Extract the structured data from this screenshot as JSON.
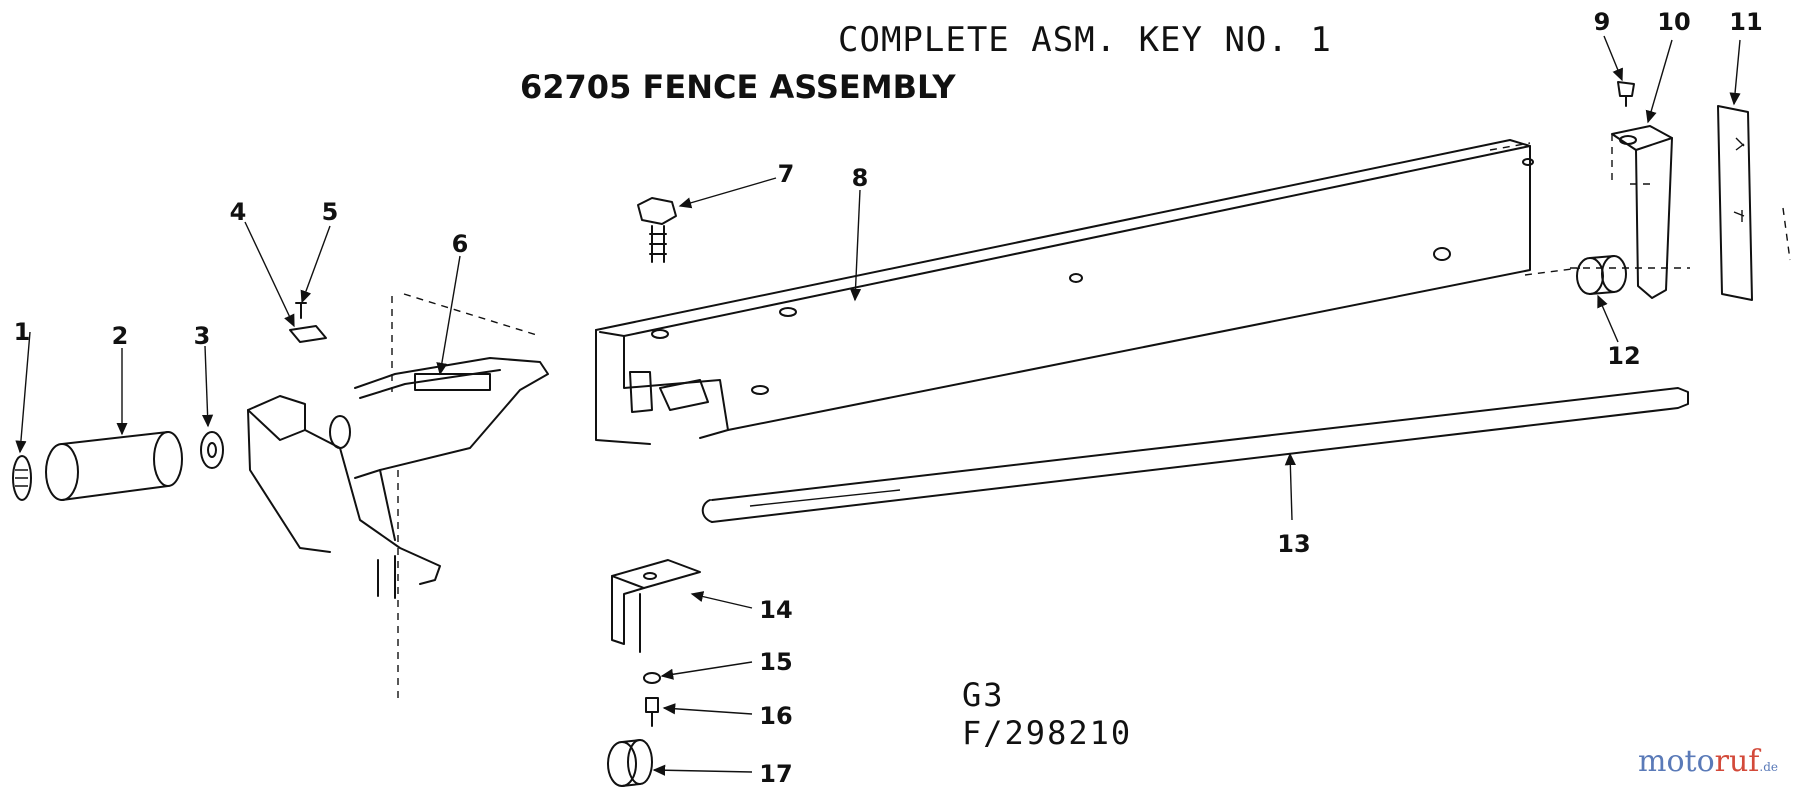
{
  "title": {
    "complete_asm": "COMPLETE ASM. KEY NO. 1",
    "assembly": "62705 FENCE ASSEMBLY"
  },
  "codes": {
    "grid": "G3",
    "figure": "F/298210"
  },
  "callouts": [
    "1",
    "2",
    "3",
    "4",
    "5",
    "6",
    "7",
    "8",
    "9",
    "10",
    "11",
    "12",
    "13",
    "14",
    "15",
    "16",
    "17"
  ],
  "logo": {
    "moto": "moto",
    "ruf": "ruf",
    "suffix": ".de"
  }
}
